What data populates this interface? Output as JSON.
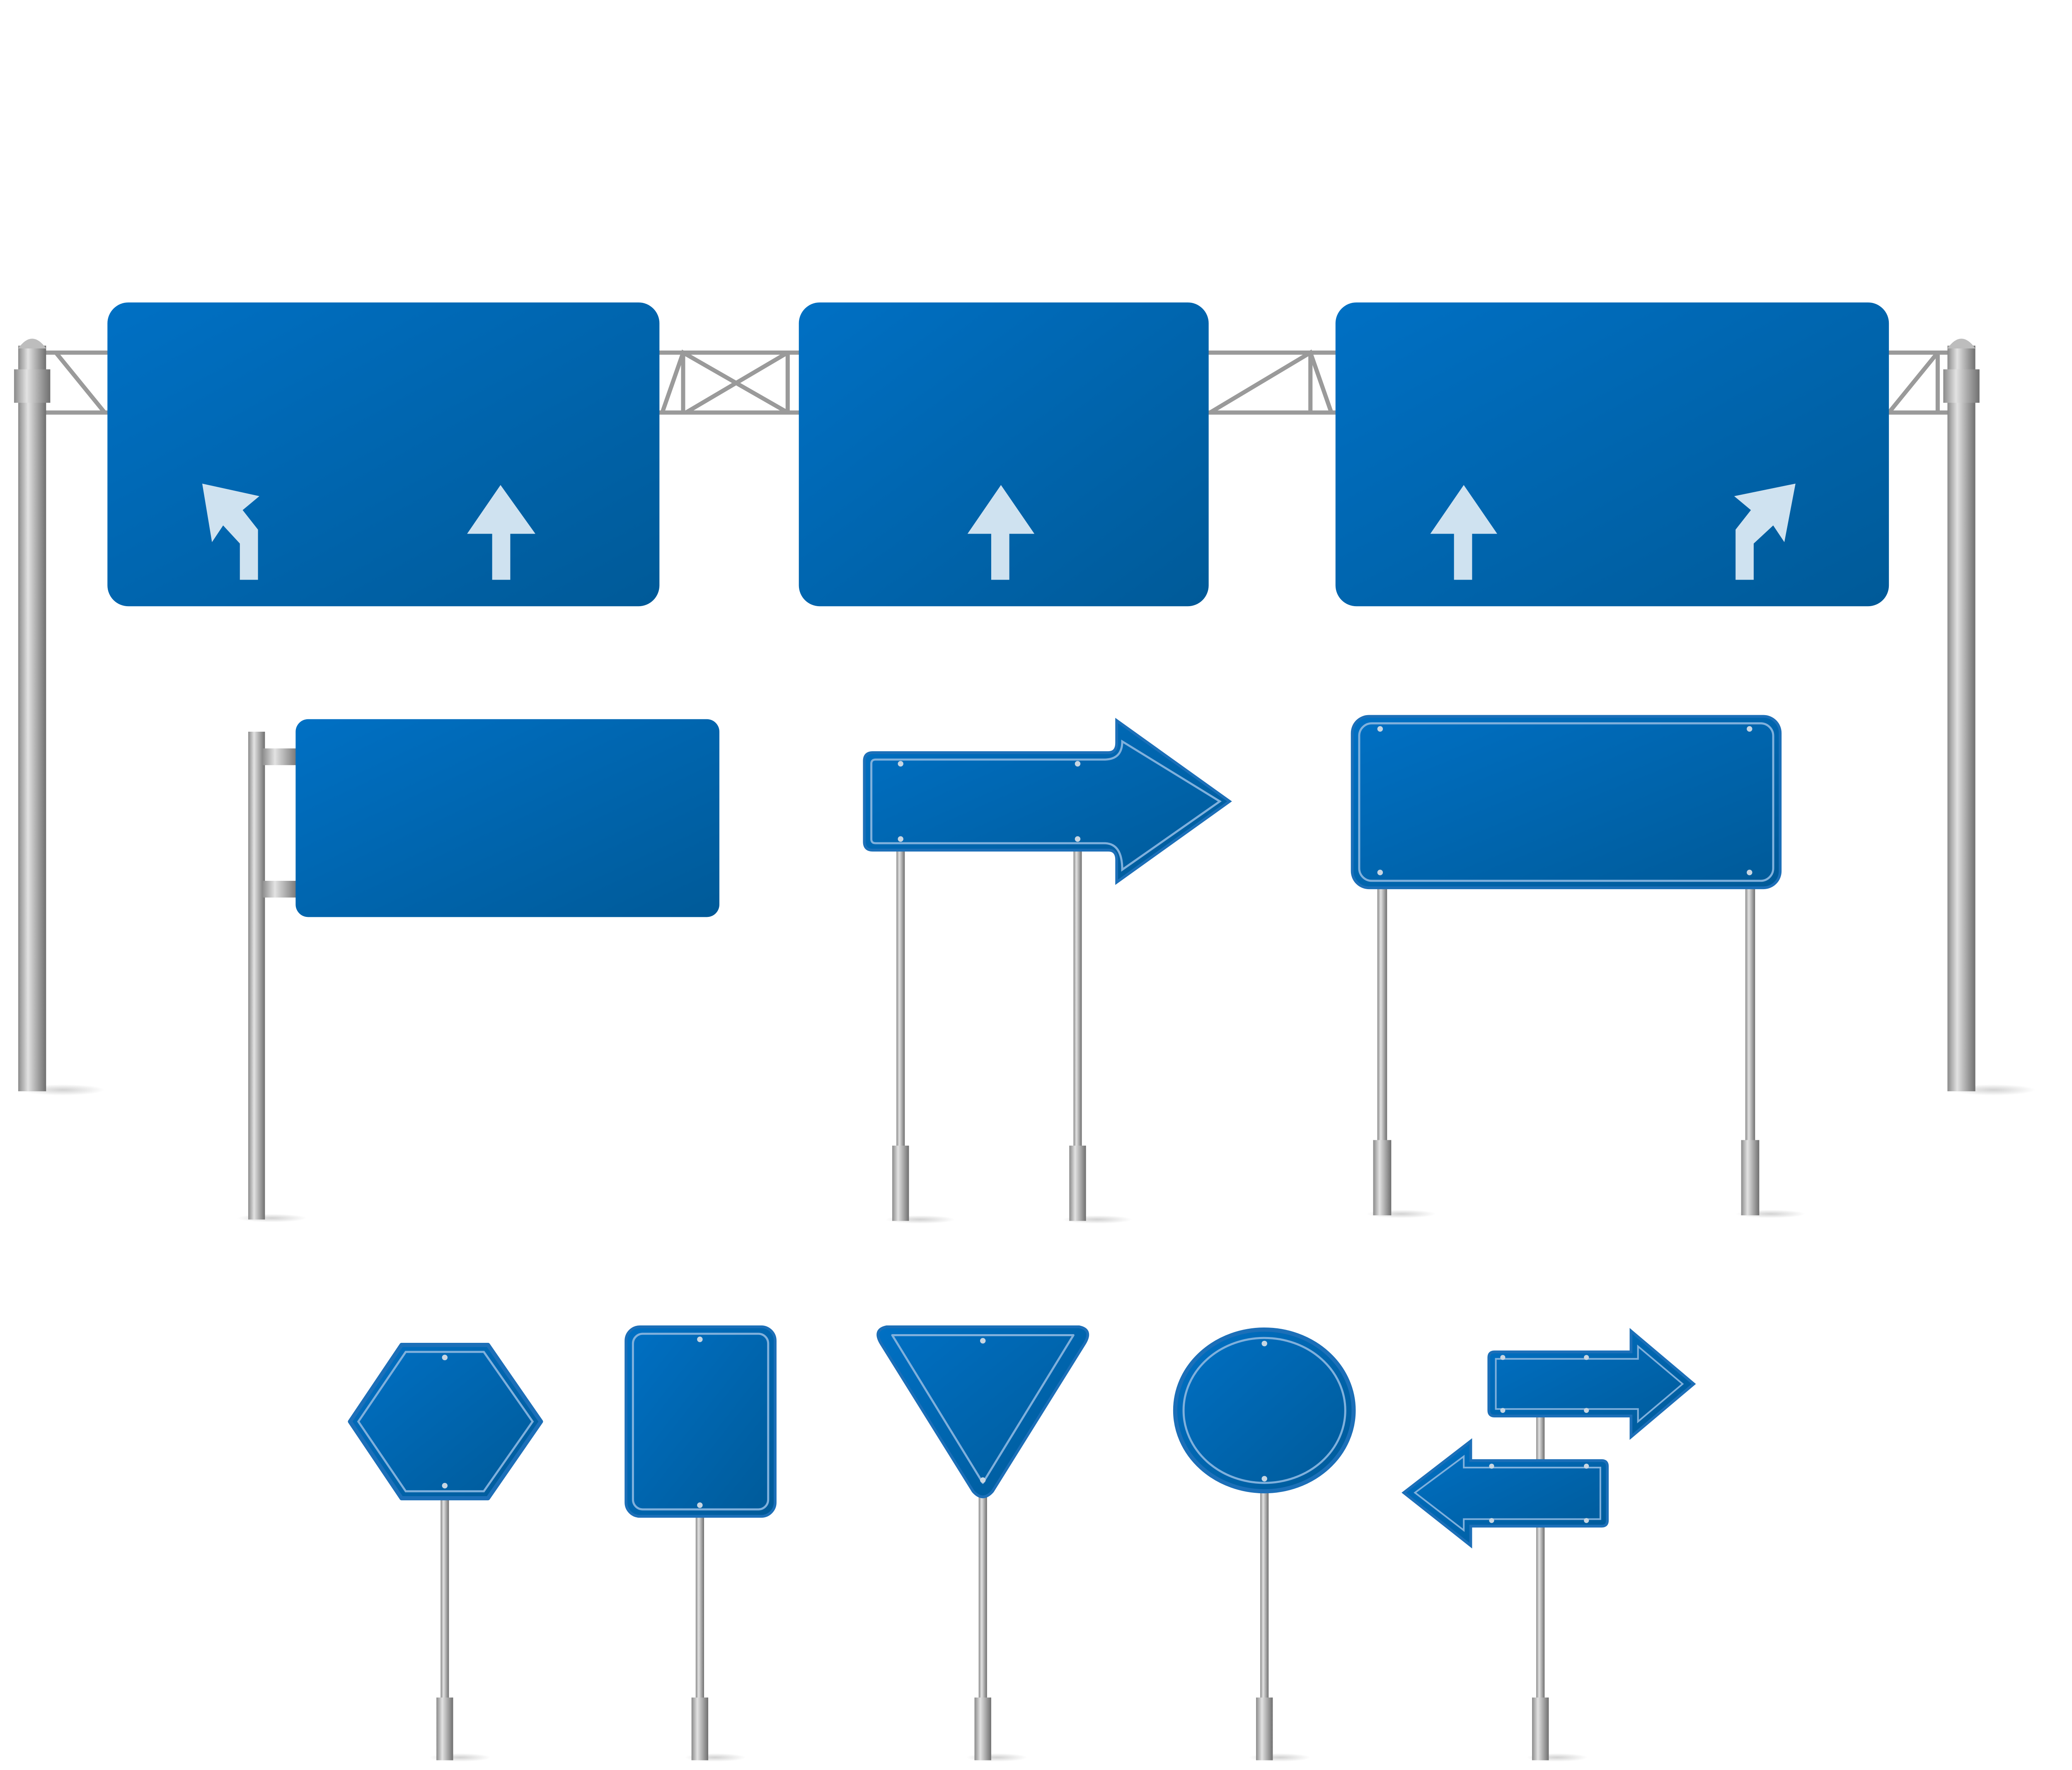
{
  "colors": {
    "background": "#ffffff",
    "sign_blue_light": "#0070c4",
    "sign_blue_dark": "#005a98",
    "sign_border": "#7fb0dc",
    "arrow_glyph": "#cfe2f0",
    "pole_light": "#d8d8d8",
    "pole_dark": "#7a7a7a"
  },
  "gantry": {
    "signs": [
      {
        "arrows": [
          "arrow-turn-left-icon",
          "arrow-up-icon"
        ]
      },
      {
        "arrows": [
          "arrow-up-icon"
        ]
      },
      {
        "arrows": [
          "arrow-up-icon",
          "arrow-turn-right-icon"
        ]
      }
    ]
  },
  "row2": [
    "side-mounted-rectangle-sign",
    "arrow-right-sign",
    "rectangle-sign-two-posts"
  ],
  "row3": [
    "hexagon-sign",
    "vertical-rectangle-sign",
    "triangle-sign",
    "circle-sign",
    "double-arrow-direction-sign"
  ]
}
